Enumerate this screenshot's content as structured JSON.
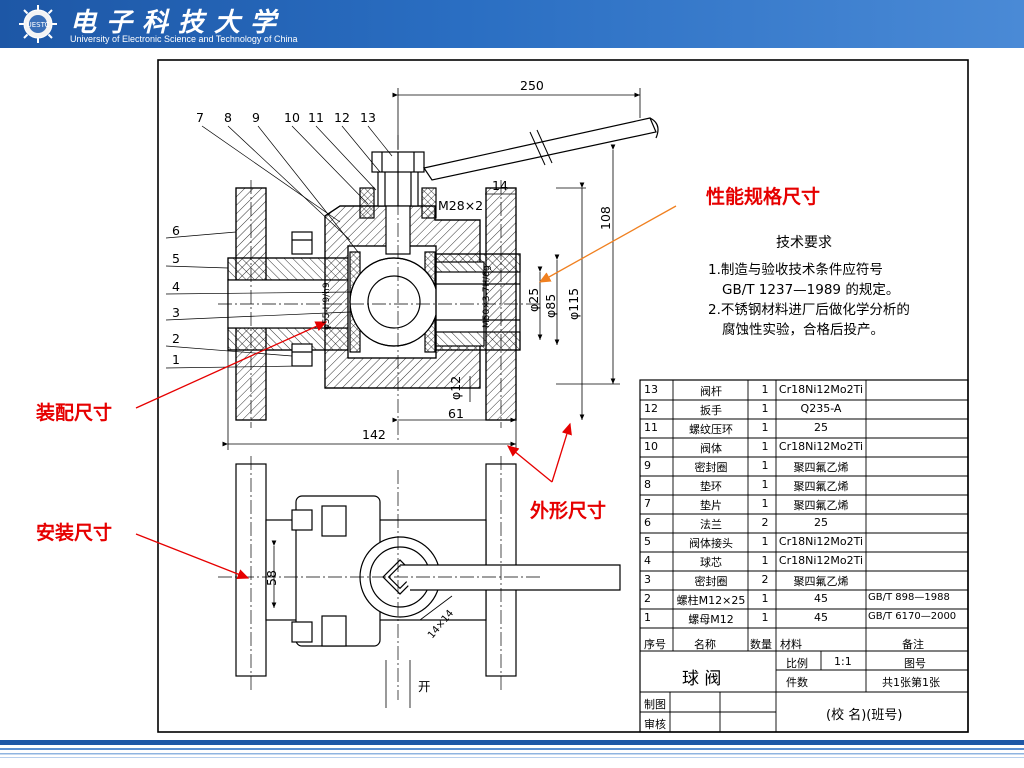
{
  "header": {
    "title_cn": "电子科技大学",
    "title_en": "University of Electronic Science and Technology of China"
  },
  "annotations": {
    "performance": "性能规格尺寸",
    "assembly": "装配尺寸",
    "installation": "安装尺寸",
    "outline": "外形尺寸"
  },
  "tech_req": {
    "title": "技术要求",
    "line1": "1.制造与验收技术条件应符号",
    "line2": "GB/T 1237—1989 的规定。",
    "line3": "2.不锈钢材料进厂后做化学分析的",
    "line4": "腐蚀性实验，合格后投产。"
  },
  "dimensions": {
    "d250": "250",
    "d14": "14",
    "m28": "M28×2",
    "d108": "108",
    "phi25": "φ25",
    "phi85": "φ85",
    "phi115": "φ115",
    "m50": "M50×3-7H/6g",
    "phi55": "φ55-H9/h9",
    "phi12": "φ12",
    "d61": "61",
    "d142": "142",
    "d58": "58",
    "sq": "14×14",
    "open": "开"
  },
  "part_numbers": [
    "7",
    "8",
    "9",
    "10",
    "11",
    "12",
    "13",
    "6",
    "5",
    "4",
    "3",
    "2",
    "1"
  ],
  "parts_table": {
    "rows": [
      {
        "no": "13",
        "name": "阀杆",
        "qty": "1",
        "material": "Cr18Ni12Mo2Ti",
        "note": ""
      },
      {
        "no": "12",
        "name": "扳手",
        "qty": "1",
        "material": "Q235-A",
        "note": ""
      },
      {
        "no": "11",
        "name": "螺纹压环",
        "qty": "1",
        "material": "25",
        "note": ""
      },
      {
        "no": "10",
        "name": "阀体",
        "qty": "1",
        "material": "Cr18Ni12Mo2Ti",
        "note": ""
      },
      {
        "no": "9",
        "name": "密封圈",
        "qty": "1",
        "material": "聚四氟乙烯",
        "note": ""
      },
      {
        "no": "8",
        "name": "垫环",
        "qty": "1",
        "material": "聚四氟乙烯",
        "note": ""
      },
      {
        "no": "7",
        "name": "垫片",
        "qty": "1",
        "material": "聚四氟乙烯",
        "note": ""
      },
      {
        "no": "6",
        "name": "法兰",
        "qty": "2",
        "material": "25",
        "note": ""
      },
      {
        "no": "5",
        "name": "阀体接头",
        "qty": "1",
        "material": "Cr18Ni12Mo2Ti",
        "note": ""
      },
      {
        "no": "4",
        "name": "球芯",
        "qty": "1",
        "material": "Cr18Ni12Mo2Ti",
        "note": ""
      },
      {
        "no": "3",
        "name": "密封圈",
        "qty": "2",
        "material": "聚四氟乙烯",
        "note": ""
      },
      {
        "no": "2",
        "name": "螺柱M12×25",
        "qty": "1",
        "material": "45",
        "note": "GB/T 898—1988"
      },
      {
        "no": "1",
        "name": "螺母M12",
        "qty": "1",
        "material": "45",
        "note": "GB/T 6170—2000"
      }
    ],
    "header": {
      "no": "序号",
      "name": "名称",
      "qty": "数量",
      "material": "材料",
      "note": "备注"
    },
    "title_block": {
      "name": "球  阀",
      "scale_label": "比例",
      "scale_value": "1:1",
      "count_label": "件数",
      "drawing_no_label": "图号",
      "sheet": "共1张第1张",
      "drawn_label": "制图",
      "checked_label": "审核",
      "school": "(校  名)(班号)"
    }
  },
  "colors": {
    "header_blue": "#2a6ec2",
    "annotation_red": "#e60000",
    "leader_orange": "#f08020",
    "line": "#000000"
  }
}
